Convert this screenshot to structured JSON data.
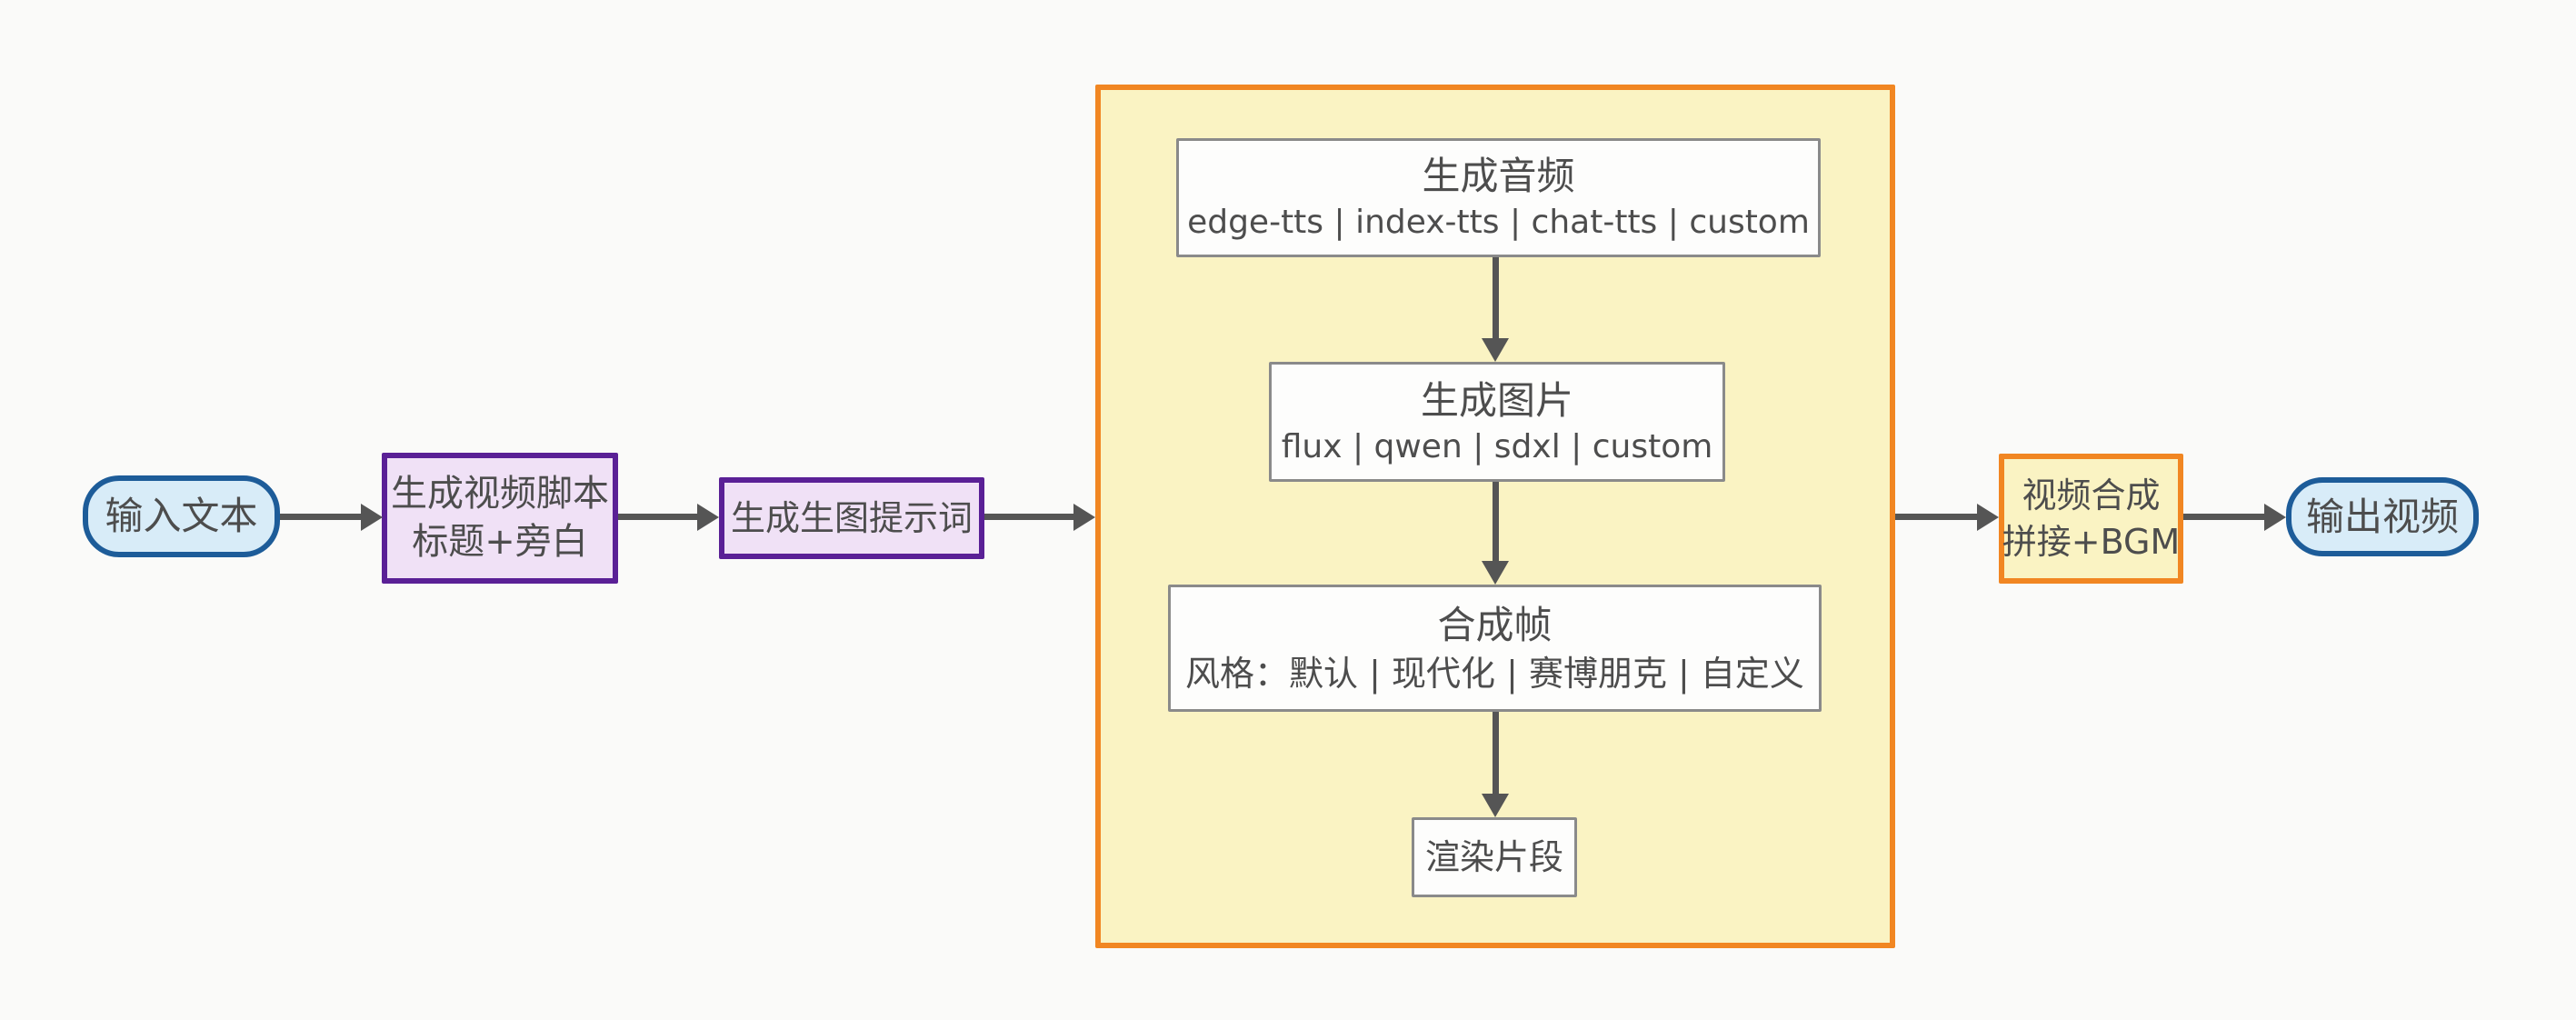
{
  "diagram": {
    "type": "flowchart",
    "direction": "left-to-right",
    "background": "#fafaf9",
    "arrow_color": "#555555",
    "text_color": "#4d4d4d",
    "nodes": {
      "input": {
        "label": "输入文本",
        "shape": "stadium",
        "fill": "#d8ecf8",
        "border": "#1d5c99"
      },
      "script": {
        "line1": "生成视频脚本",
        "line2": "标题+旁白",
        "shape": "rect",
        "fill": "#f0e1f6",
        "border": "#5a2096"
      },
      "prompt": {
        "label": "生成生图提示词",
        "shape": "rect",
        "fill": "#f0e1f6",
        "border": "#5a2096"
      },
      "pipeline_group": {
        "label": "",
        "shape": "subgraph",
        "fill": "#faf3c3",
        "border": "#f18622"
      },
      "audio": {
        "line1": "生成音频",
        "line2": "edge-tts | index-tts | chat-tts | custom",
        "shape": "rect",
        "fill": "#fdfdfc",
        "border": "#8a8a8a"
      },
      "image": {
        "line1": "生成图片",
        "line2": "flux | qwen | sdxl | custom",
        "shape": "rect",
        "fill": "#fdfdfc",
        "border": "#8a8a8a"
      },
      "frame": {
        "line1": "合成帧",
        "line2": "风格：默认 | 现代化 | 赛博朋克 | 自定义",
        "shape": "rect",
        "fill": "#fdfdfc",
        "border": "#8a8a8a"
      },
      "render": {
        "label": "渲染片段",
        "shape": "rect",
        "fill": "#fdfdfc",
        "border": "#8a8a8a"
      },
      "compose": {
        "line1": "视频合成",
        "line2": "拼接+BGM",
        "shape": "rect",
        "fill": "#faf3c3",
        "border": "#f18622"
      },
      "output": {
        "label": "输出视频",
        "shape": "stadium",
        "fill": "#d8ecf8",
        "border": "#1d5c99"
      }
    },
    "edges": [
      {
        "from": "input",
        "to": "script"
      },
      {
        "from": "script",
        "to": "prompt"
      },
      {
        "from": "prompt",
        "to": "pipeline_group"
      },
      {
        "from": "audio",
        "to": "image"
      },
      {
        "from": "image",
        "to": "frame"
      },
      {
        "from": "frame",
        "to": "render"
      },
      {
        "from": "pipeline_group",
        "to": "compose"
      },
      {
        "from": "compose",
        "to": "output"
      }
    ]
  }
}
